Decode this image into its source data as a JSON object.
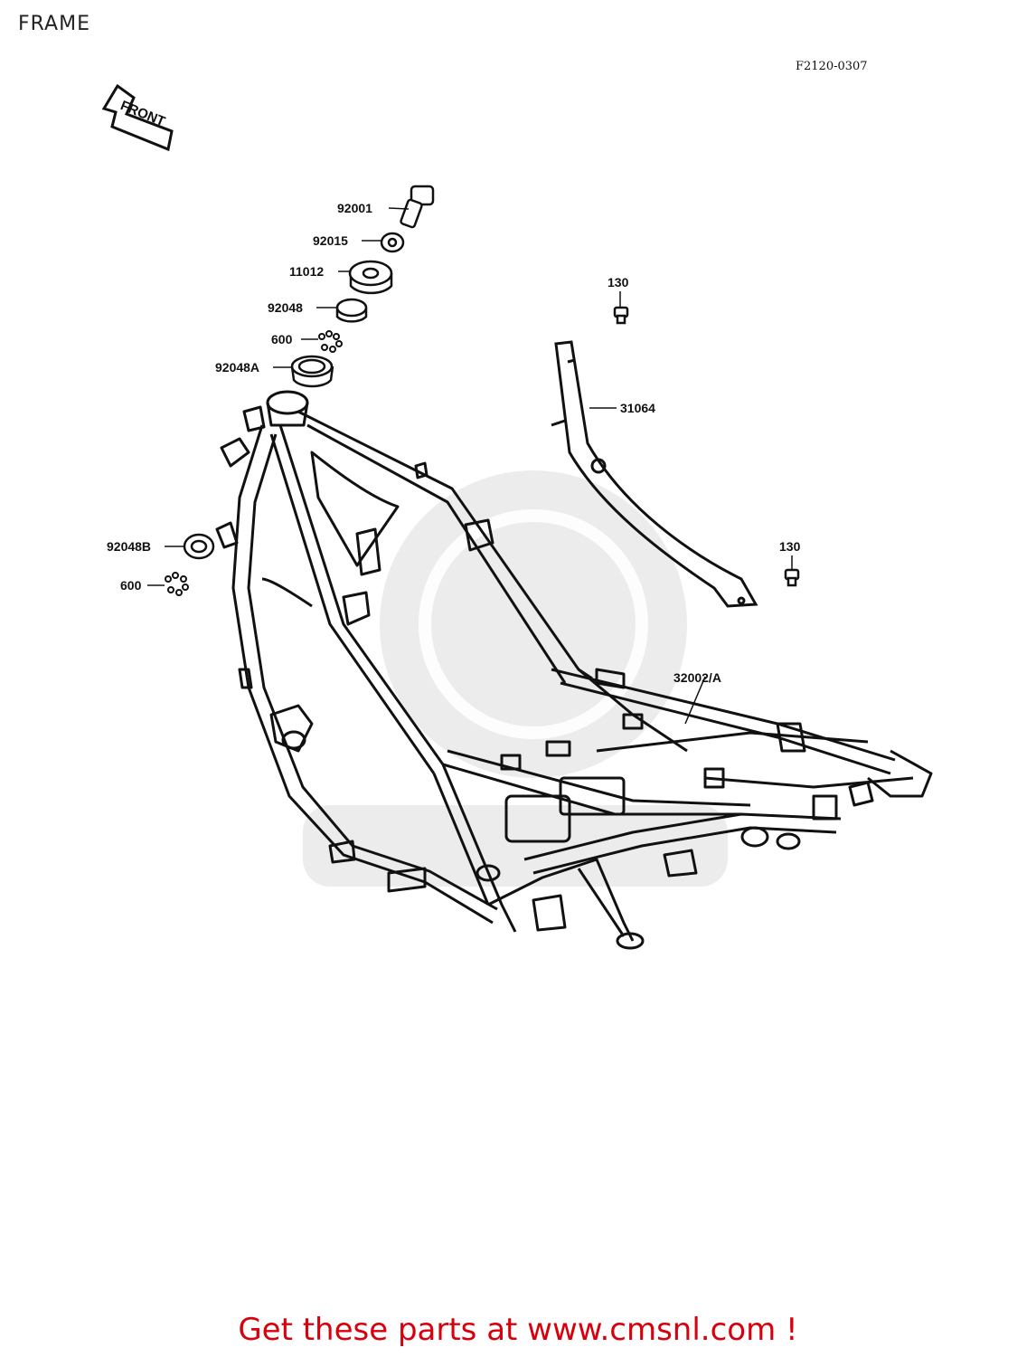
{
  "page": {
    "title": "FRAME",
    "diagram_code": "F2120-0307",
    "promo_text": "Get these parts at www.cmsnl.com !"
  },
  "front_arrow": {
    "label": "FRONT"
  },
  "callouts": {
    "p92001": "92001",
    "p92015": "92015",
    "p11012": "11012",
    "p92048": "92048",
    "p600_top": "600",
    "p92048A": "92048A",
    "p130_top": "130",
    "p31064": "31064",
    "p92048B": "92048B",
    "p600_bottom": "600",
    "p130_mid": "130",
    "p32002A": "32002/A"
  },
  "colors": {
    "line": "#111111",
    "promo": "#d8000c",
    "watermark": "#e6e6e6"
  }
}
